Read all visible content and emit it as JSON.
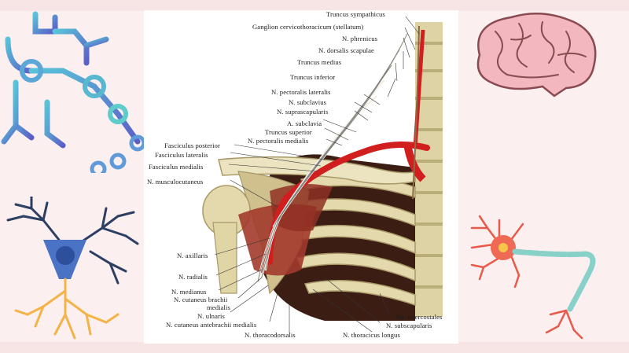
{
  "labels_top": [
    "Truncus sympathicus",
    "Ganglion cervicothoracicum (stellatum)",
    "N. phrenicus",
    "N. dorsalis scapulae",
    "Truncus medius",
    "Truncus inferior",
    "N. pectoralis lateralis",
    "N. subclavius",
    "N. suprascapularis",
    "A. subclavia",
    "Truncus superior",
    "N. pectoralis medialis"
  ],
  "labels_left": [
    "Fasciculus posterior",
    "Fasciculus lateralis",
    "Fasciculus medialis",
    "N. musculocutaneus"
  ],
  "labels_bottom_left": [
    "N. axillaris",
    "N. radialis",
    "N. medianus",
    "N. cutaneus brachii",
    "medialis",
    "N. ulnaris",
    "N. cutaneus antebrachii medialis",
    "N. thoracodorsalis"
  ],
  "labels_bottom_right": [
    "Nn. intercostales",
    "N. subscapularis",
    "N. thoracicus longus"
  ],
  "colors": {
    "background": "#fcefef",
    "bone": "#e8dfb8",
    "bone_shadow": "#b8a874",
    "muscle": "#a23a2c",
    "artery": "#d11f1f",
    "nerve": "#f3f0e6",
    "dark_tissue": "#3b1d14"
  }
}
